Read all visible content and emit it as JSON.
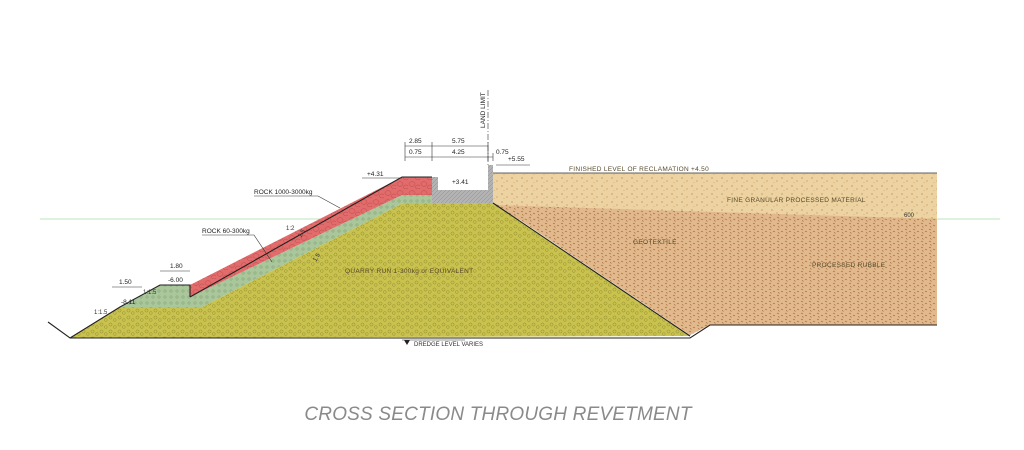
{
  "title": "CROSS SECTION THROUGH REVETMENT",
  "colors": {
    "rock_armour": "#e26b6b",
    "rock_filter": "#a9c79a",
    "quarry_run": "#c9c24f",
    "capping": "#b3b3b3",
    "fine_fill": "#ecd3a1",
    "processed_rubble": "#e2b98c",
    "water_line": "#7cc47c"
  },
  "labels": {
    "land_limit": "LAND LIMIT",
    "finished_level": "FINISHED LEVEL OF RECLAMATION +4.50",
    "fine_material": "FINE GRANULAR PROCESSED MATERIAL",
    "rock_armour": "ROCK 1000-3000kg",
    "rock_filter": "ROCK 60-300kg",
    "quarry_run": "QUARRY RUN 1-300kg or EQUIVALENT",
    "geotextile": "GEOTEXTILE",
    "processed_rubble": "PROCESSED RUBBLE",
    "dredge_level": "DREDGE LEVEL VARIES",
    "level_marker": "600"
  },
  "levels": {
    "crest": "+5.55",
    "armour_top": "+4.31",
    "cap_top": "+3.41",
    "berm_upper": "-6.00",
    "berm_lower": "-8.11"
  },
  "dimensions": {
    "top_row": [
      "2.85",
      "5.75"
    ],
    "bottom_row": [
      "0.75",
      "4.25",
      "0.75"
    ],
    "berm_upper_width": "1.80",
    "berm_lower_width": "1.50"
  },
  "slopes": {
    "main": "1:2",
    "armour_thickness": "1.5",
    "filter_thickness": "1.5",
    "berm_upper": "1:1.5",
    "berm_lower": "1:1.5",
    "toe": "1:1.5"
  }
}
